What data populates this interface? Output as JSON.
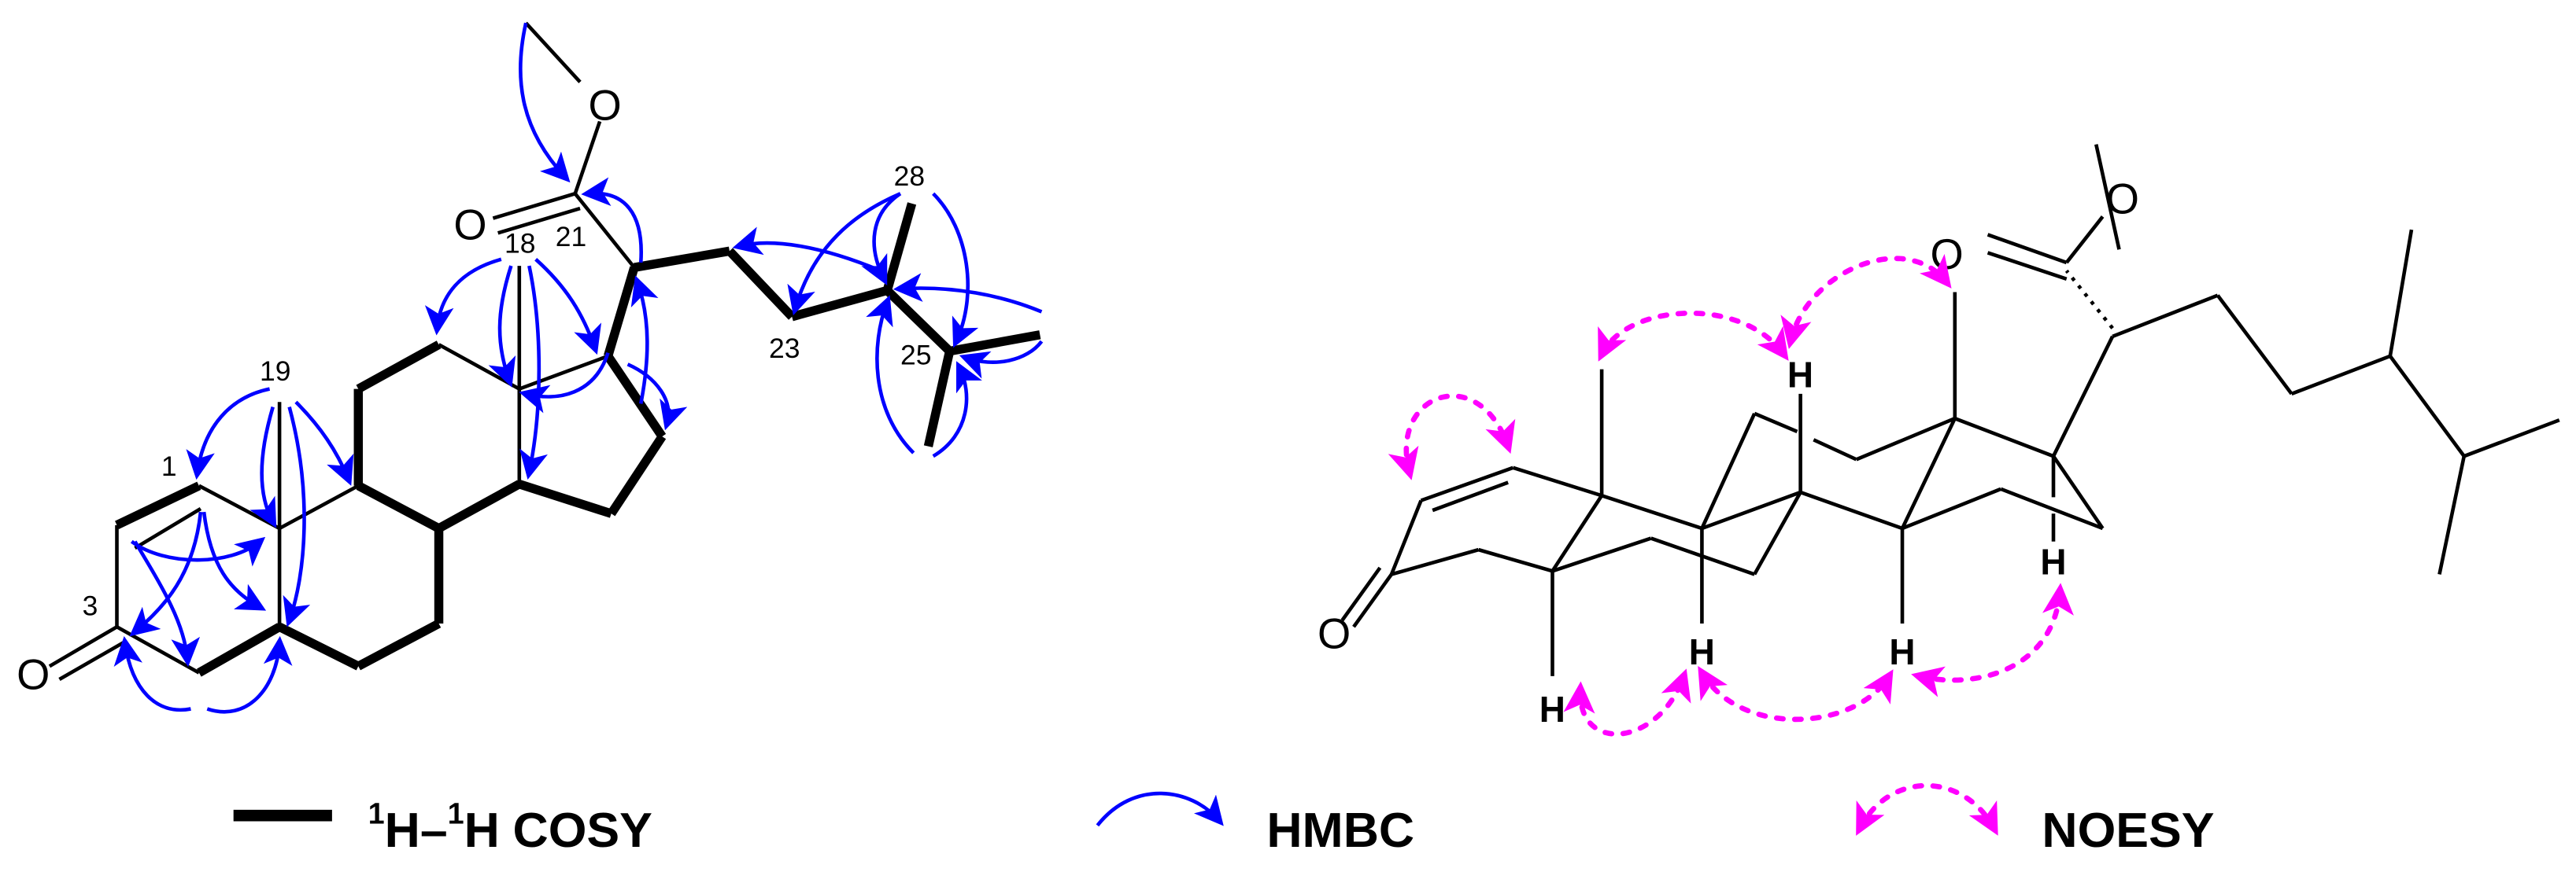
{
  "figure": {
    "left_structure": {
      "atom_labels": {
        "o_methoxy": "O",
        "o_carbonyl": "O",
        "o_ketone": "O"
      },
      "position_labels": {
        "c1": "1",
        "c3": "3",
        "c18": "18",
        "c19": "19",
        "c21": "21",
        "c23": "23",
        "c25": "25",
        "c28": "28"
      }
    },
    "right_structure": {
      "atom_labels": {
        "o_methoxy": "O",
        "o_carbonyl": "O",
        "o_ketone": "O"
      },
      "hydrogen_labels": [
        "H",
        "H",
        "H",
        "H",
        "H"
      ]
    },
    "colors": {
      "bond": "#000000",
      "hmbc": "#0000ff",
      "noesy": "#ff00ff"
    }
  },
  "legend": {
    "cosy": {
      "sup1": "1",
      "h1": "H–",
      "sup2": "1",
      "h2": "H",
      "label": "COSY"
    },
    "hmbc": {
      "label": "HMBC"
    },
    "noesy": {
      "label": "NOESY"
    }
  }
}
